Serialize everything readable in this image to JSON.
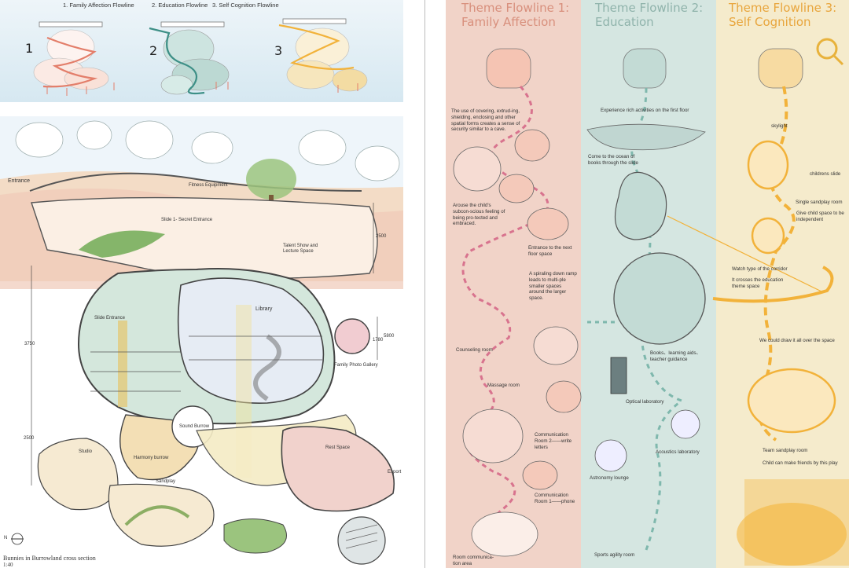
{
  "top_panel": {
    "flowlines": [
      {
        "label": "1. Family Affection Flowline",
        "number": "1"
      },
      {
        "label": "2. Education Flowline",
        "number": "2"
      },
      {
        "label": "3. Self Cognition Flowline",
        "number": "3"
      }
    ]
  },
  "section": {
    "labels": {
      "entrance": "Entrance",
      "fitness": "Fitness Equipment",
      "slide1": "Slide 1- Secret Entrance",
      "talent": "Talent Show and Lecture Space",
      "library": "Library",
      "slide_entrance": "Slide Entrance",
      "family_photo": "Family Photo Gallery",
      "sound_burrow": "Sound Burrow",
      "harmony": "Harmony burrow",
      "studio": "Studio",
      "sandplay": "Sandplay",
      "rest": "Rest Space",
      "export": "Export"
    },
    "dims": {
      "d1": "2500",
      "d2": "3750",
      "d3": "1780",
      "d4": "5800",
      "d5": "2500"
    },
    "caption": "Bunnies in Burrowland cross section",
    "scale": "1:40",
    "north": "N"
  },
  "columns": [
    {
      "title_line1": "Theme Flowline 1:",
      "title_line2": "Family Affection",
      "color": "#f1d3c8",
      "title_color": "#d88f7c",
      "notes": [
        "The use of covering, extrud-ing, shielding, enclosing and other spatial forms creates a sense of security similar to a cave.",
        "Arouse the child's subcon-scious feeling of being pro-tected and embraced.",
        "Entrance to the next floor space",
        "A spiraling down ramp leads to multi-ple smaller spaces around the larger space.",
        "Counseling room",
        "Massage room",
        "Communication Room 2——write letters",
        "Communication Room 1——phone",
        "Room communica-tion area"
      ]
    },
    {
      "title_line1": "Theme Flowline 2:",
      "title_line2": "Education",
      "color": "#d5e6e1",
      "title_color": "#8fb3ab",
      "notes": [
        "Experience rich activities on the first floor",
        "Come to the ocean of books through the slide",
        "Books、learning aids、teacher guidance",
        "Optical laboratory",
        "Acoustics laboratory",
        "Astronomy lounge",
        "Sports agility room"
      ]
    },
    {
      "title_line1": "Theme Flowline 3:",
      "title_line2": "Self Cognition",
      "color": "#f5ebcc",
      "title_color": "#e8a53c",
      "notes": [
        "skylight",
        "childrens slide",
        "Single sandplay room",
        "Give child space to be independent",
        "Watch type of the corridor",
        "It crosses the education theme space",
        "We could draw it all over the space",
        "Team sandplay room",
        "Child can make friends by this play"
      ]
    }
  ],
  "colors": {
    "affection": "#e37e6a",
    "education": "#5fa89e",
    "cognition": "#f2b23a",
    "bg_sky": "#dcebf3"
  }
}
